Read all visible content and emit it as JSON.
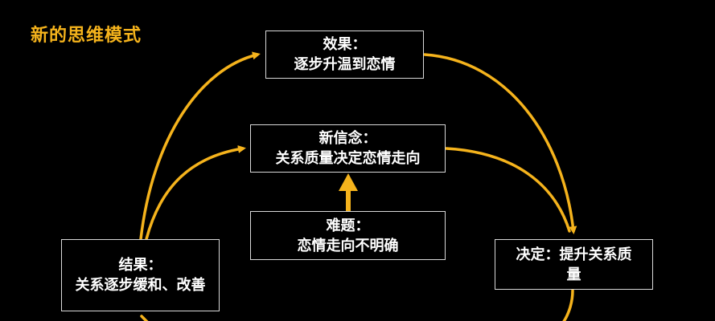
{
  "slide": {
    "title": "新的思维模式"
  },
  "colors": {
    "accent": "#f5b31c",
    "box_border": "#d9d9d9",
    "text": "#ffffff",
    "background": "#000000"
  },
  "boxes": {
    "effect": {
      "heading": "效果：",
      "body": "逐步升温到恋情"
    },
    "belief": {
      "heading": "新信念：",
      "body": "关系质量决定恋情走向"
    },
    "problem": {
      "heading": "难题：",
      "body": "恋情走向不明确"
    },
    "result": {
      "heading": "结果：",
      "body": "关系逐步缓和、改善"
    },
    "decision": {
      "heading": "决定：提升关系质",
      "body": "量"
    }
  }
}
